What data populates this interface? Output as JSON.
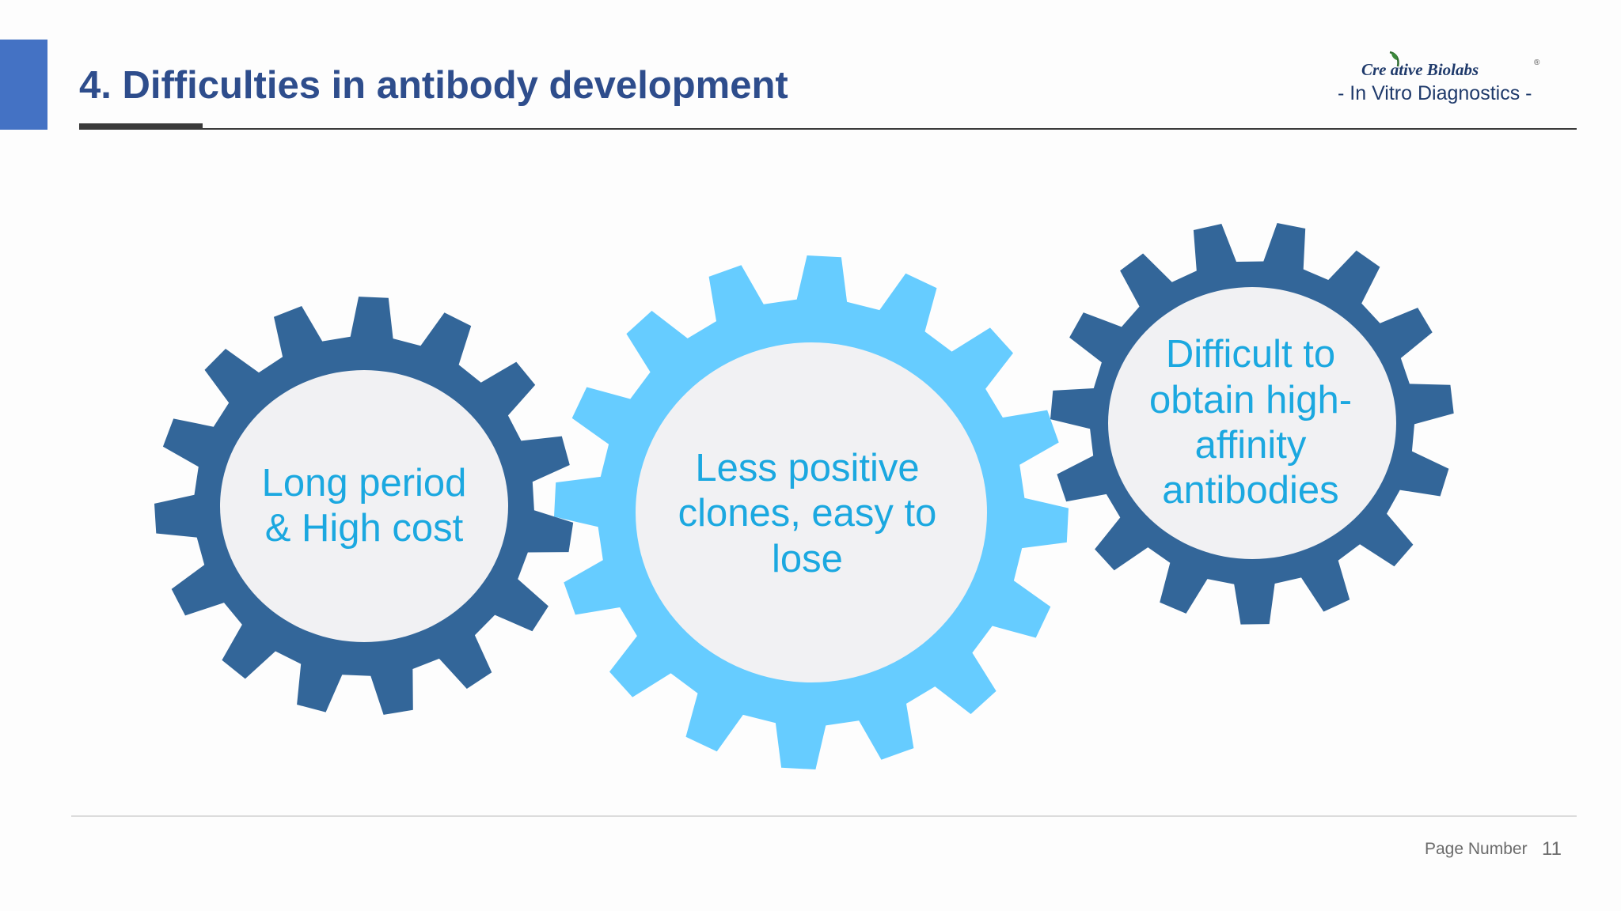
{
  "slide": {
    "title": "4. Difficulties in antibody development"
  },
  "logo": {
    "name": "Cre ative Biolabs",
    "subtitle": "- In Vitro Diagnostics -",
    "registered": "®"
  },
  "gears": [
    {
      "label_lines": [
        "Long period",
        "& High cost"
      ],
      "color": "#336699"
    },
    {
      "label_lines": [
        "Less positive",
        "clones, easy to",
        "lose"
      ],
      "color": "#66ccff"
    },
    {
      "label_lines": [
        "Difficult to",
        "obtain high-",
        "affinity",
        "antibodies"
      ],
      "color": "#336699"
    }
  ],
  "colors": {
    "accent": "#4472c4",
    "title": "#2e4d8c",
    "gear_text": "#1ba8e0",
    "gear_center": "#f1f1f3"
  },
  "footer": {
    "page_label": "Page Number",
    "page_number": "11"
  }
}
